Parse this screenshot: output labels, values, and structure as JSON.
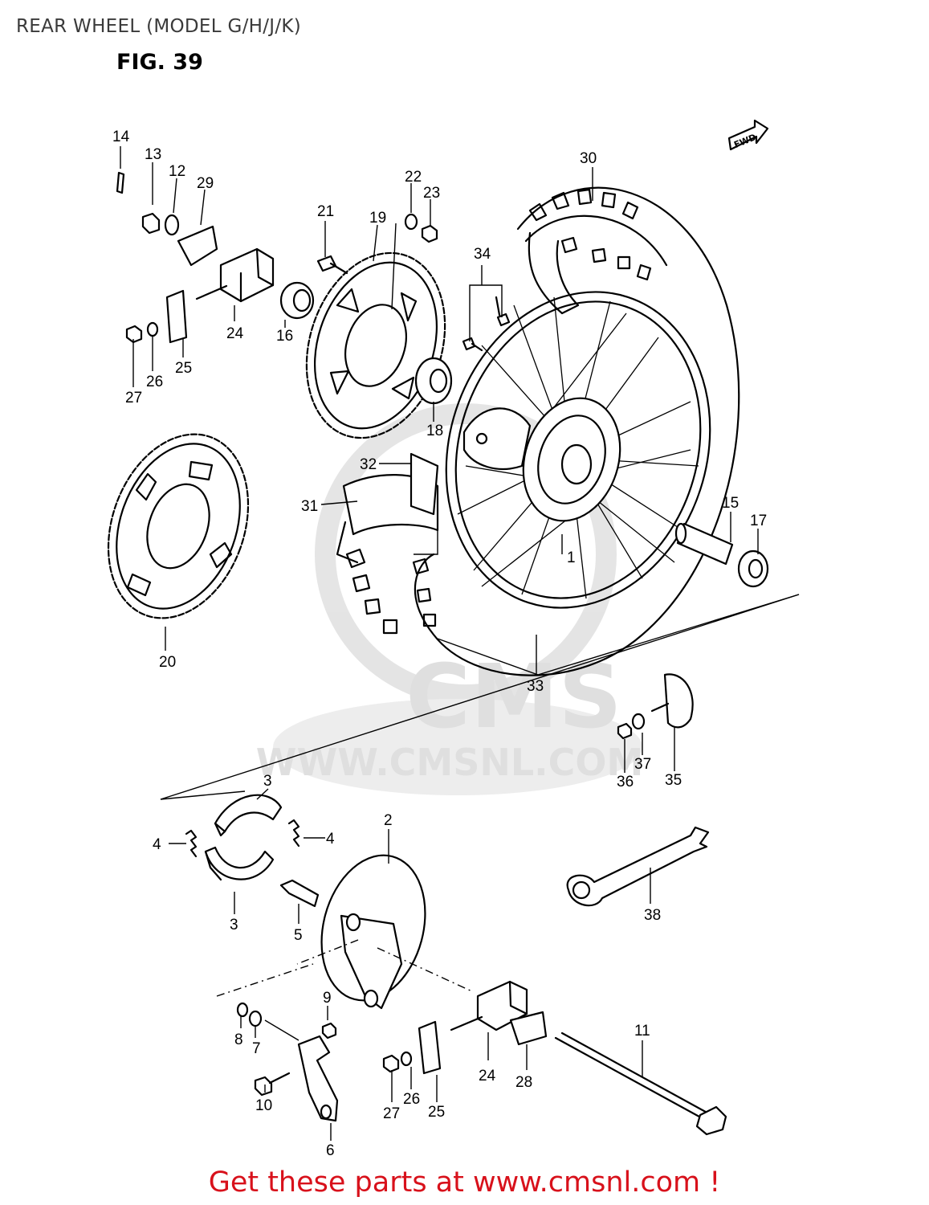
{
  "header": {
    "title": "REAR WHEEL (MODEL G/H/J/K)",
    "figure_label": "FIG. 39",
    "fwd_badge": "FWD"
  },
  "watermark": {
    "brand": "CMS",
    "url": "WWW.CMSNL.COM"
  },
  "footer": {
    "cta": "Get these parts at www.cmsnl.com !",
    "color": "#d8111b"
  },
  "callouts": [
    "14",
    "13",
    "12",
    "29",
    "21",
    "19",
    "22",
    "23",
    "30",
    "34",
    "24",
    "16",
    "25",
    "27",
    "26",
    "18",
    "32",
    "31",
    "20",
    "15",
    "17",
    "1",
    "33",
    "35",
    "37",
    "36",
    "3",
    "4",
    "4",
    "2",
    "3",
    "5",
    "38",
    "9",
    "8",
    "7",
    "10",
    "6",
    "11",
    "24",
    "28",
    "26",
    "27",
    "25"
  ]
}
